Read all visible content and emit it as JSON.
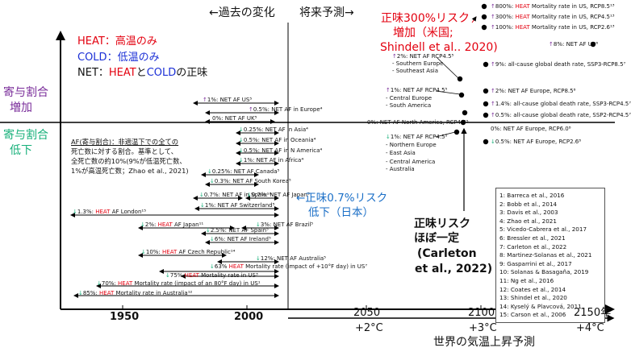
{
  "header": {
    "past_change": "←過去の変化",
    "future_projection": "将来予測→",
    "net_300": "正味300%リスク",
    "net_300_line2": "増加（米国;",
    "net_300_line3": "Shindell et al.. 2020)"
  },
  "legend": {
    "heat_prefix": "HEAT",
    "heat_suffix": "：高温のみ",
    "cold_prefix": "COLD",
    "cold_suffix": "：低温のみ",
    "net_prefix": "NET：",
    "net_heat": "HEAT",
    "net_to": "と",
    "net_cold": "COLD",
    "net_suffix": "の正味"
  },
  "y_labels": {
    "increase_1": "寄与割合",
    "increase_2": "増加",
    "decrease_1": "寄与割合",
    "decrease_2": "低下"
  },
  "af_note": {
    "line1": "AF(寄与割合)：非適温下での全ての",
    "line2": "死亡数に対する割合。基準として、",
    "line3": "全死亡数の約10%(9%が低温死亡数、",
    "line4": "1%が高温死亡数；Zhao et al., 2021)"
  },
  "callouts": {
    "japan_1": "←正味0.7%リスク",
    "japan_2": "低下（日本）",
    "carleton_1": "正味リスク",
    "carleton_2": "ほぼ一定",
    "carleton_3": "(Carleton",
    "carleton_4": "et al., 2022)"
  },
  "x_axis": {
    "ticks": [
      "1950",
      "2000",
      "2050",
      "2100",
      "2150年"
    ],
    "temps": [
      "+2°C",
      "+3°C",
      "+4°C"
    ],
    "label": "世界の気温上昇予測"
  },
  "past_items": [
    {
      "text": "↑1%: NET AF US⁵"
    },
    {
      "text": "↑0.5%: NET AF in Europe⁴"
    },
    {
      "text": "0%: NET AF UK⁵"
    },
    {
      "text": "↓0.25%: NET AF in Asia⁴"
    },
    {
      "text": "↓0.5%: NET AF in Oceania⁴"
    },
    {
      "text": "↓0.5%: NET AF in N America⁴"
    },
    {
      "text": "↓1%: NET AF in Africa⁴"
    },
    {
      "text": "↓0.25%: NET AF Canada⁵"
    },
    {
      "text": "↓0.3%: NET AF South Korea⁵"
    },
    {
      "text": "↓0.7%: NET AF in Spain¹⁰"
    },
    {
      "text": "↓0.7%: NET AF Japan⁵"
    },
    {
      "text": "↓1%: NET AF Switzerland⁵"
    },
    {
      "text": "↓1.3%: HEAT AF London¹⁵"
    },
    {
      "text": "↓2%: HEAT AF Japan¹¹"
    },
    {
      "text": "↓3%: NET AF Brazil⁵"
    },
    {
      "text": "↓2.5%: NET AF Spain⁵"
    },
    {
      "text": "↓6%: NET AF Ireland⁵"
    },
    {
      "text": "↓10%: HEAT AF Czech Republic¹⁴"
    },
    {
      "text": "↓12%: NET AF Australia⁵"
    },
    {
      "text": "↓63% HEAT Mortality rate (impact of +10°F day) in US⁷"
    },
    {
      "text": "↓75% HEAT Mortality rate in US³"
    },
    {
      "text": "↓70%: HEAT Mortality rate (impact of an 80°F day) in US¹"
    },
    {
      "text": "↓85%: HEAT Mortality rate in Australia¹²"
    }
  ],
  "future_items": [
    {
      "text": "↑800%: HEAT Mortality rate in US, RCP8.5¹³"
    },
    {
      "text": "↑300%: HEAT Mortality rate in US, RCP4.5¹³"
    },
    {
      "text": "↑100%: HEAT Mortality rate in US, RCP2.6¹³"
    },
    {
      "text": "↑8%: NET AF US⁶"
    },
    {
      "text": "↑2%: NET AF RCP4.5⁵"
    },
    {
      "text": "- Southern Europe"
    },
    {
      "text": "- Southeast Asia"
    },
    {
      "text": "↑9%: all-cause global death rate, SSP3-RCP8.5⁷"
    },
    {
      "text": "↑1%: NET AF RCP4.5⁵"
    },
    {
      "text": "- Central Europe"
    },
    {
      "text": "- South America"
    },
    {
      "text": "↑2%: NET AF Europe, RCP8.5⁸"
    },
    {
      "text": "↑1.4%: all-cause global death rate, SSP3-RCP4.5⁷"
    },
    {
      "text": "0%: NET AF North America, RCP4.5⁵"
    },
    {
      "text": "↑0.5%: all-cause global death rate, SSP2-RCP4.5⁷"
    },
    {
      "text": "0%: NET AF Europe, RCP6.0⁸"
    },
    {
      "text": "↓1%: NET AF RCP4.5⁵"
    },
    {
      "text": "- Northern Europe"
    },
    {
      "text": "- East Asia"
    },
    {
      "text": "- Central America"
    },
    {
      "text": "- Australia"
    },
    {
      "text": "↓0.5%: NET AF Europe, RCP2.6⁸"
    }
  ],
  "references": [
    "1: Barreca et al., 2016",
    "2: Bobb et al., 2014",
    "3: Davis et al., 2003",
    "4: Zhao et al., 2021",
    "5: Vicedo-Cabrera et al., 2017",
    "6: Bressler et al., 2021",
    "7: Carleton et al., 2022",
    "8: Martinez-Solanas et al., 2021",
    "9: Gasparrini et al., 2017",
    "10: Solanas & Basagaña, 2019",
    "11: Ng et al., 2016",
    "12: Coates et al., 2014",
    "13: Shindel et al., 2020",
    "14: Kyselý & Plavcová, 2011",
    "15: Carson et al., 2006"
  ],
  "colors": {
    "heat": "#e3000f",
    "cold": "#1b2fd6",
    "up": "#7a2d9a",
    "down": "#17b07a"
  }
}
